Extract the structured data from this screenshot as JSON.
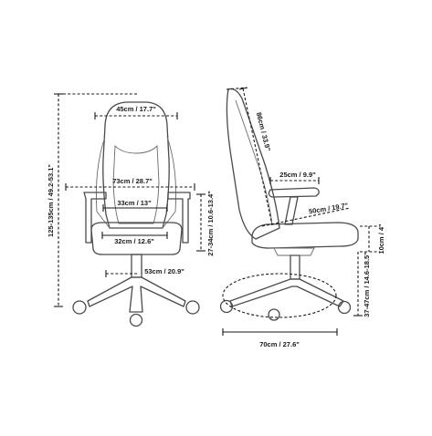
{
  "dimensions": {
    "back_width": "45cm / 17.7\"",
    "arm_span": "73cm / 28.7\"",
    "seat_back_width": "33cm / 13\"",
    "seat_width": "32cm / 12.6\"",
    "base_diameter": "53cm / 20.9\"",
    "total_height": "125-135cm / 49.2-53.1\"",
    "armrest_height": "27-34cm / 10.6-13.4\"",
    "back_height": "86cm / 33.9\"",
    "armrest_length": "25cm / 9.9\"",
    "seat_depth": "50cm / 19.7\"",
    "cushion_thickness": "10cm / 4\"",
    "seat_height": "37-47cm / 14.6-18.5\"",
    "base_spread": "70cm / 27.6\""
  },
  "colors": {
    "line": "#1a1a1a",
    "outline": "#4a4a4a",
    "background": "#ffffff"
  }
}
